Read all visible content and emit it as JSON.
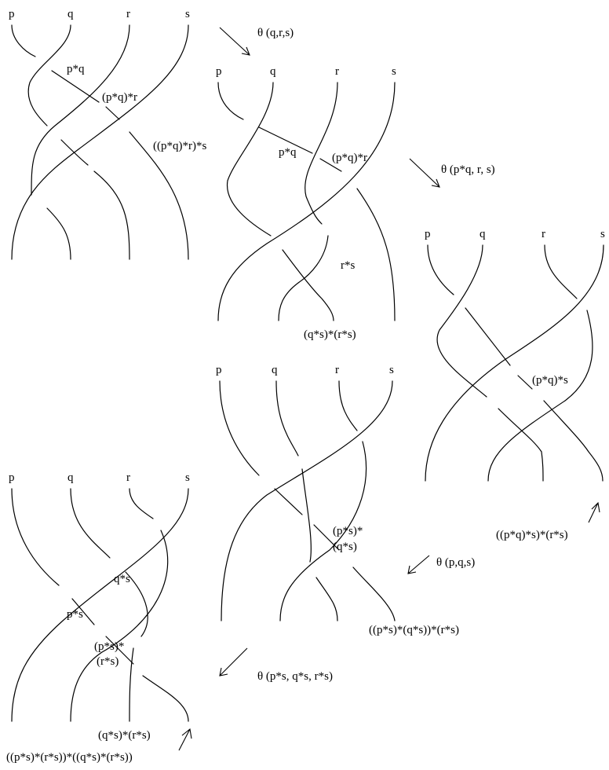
{
  "braids": [
    {
      "top_labels": [
        "p",
        "q",
        "r",
        "s"
      ],
      "annotations": [
        "p*q",
        "(p*q)*r",
        "((p*q)*r)*s"
      ]
    },
    {
      "top_labels": [
        "p",
        "q",
        "r",
        "s"
      ],
      "annotations": [
        "p*q",
        "(p*q)*r",
        "r*s",
        "(q*s)*(r*s)"
      ]
    },
    {
      "top_labels": [
        "p",
        "q",
        "r",
        "s"
      ],
      "annotations": [
        "(p*q)*s",
        "((p*q)*s)*(r*s)"
      ]
    },
    {
      "top_labels": [
        "p",
        "q",
        "r",
        "s"
      ],
      "annotations": [
        "(p*s)*",
        "(q*s)",
        "((p*s)*(q*s))*(r*s)"
      ]
    },
    {
      "top_labels": [
        "p",
        "q",
        "r",
        "s"
      ],
      "annotations": [
        "q*s",
        "p*s",
        "(p*s)*",
        "(r*s)",
        "(q*s)*(r*s)",
        "((p*s)*(r*s))*((q*s)*(r*s))"
      ]
    }
  ],
  "moves": [
    {
      "label": "θ  (q,r,s)"
    },
    {
      "label": "θ  (p*q, r, s)"
    },
    {
      "label": "θ  (p,q,s)"
    },
    {
      "label": "θ  (p*s, q*s, r*s)"
    }
  ]
}
